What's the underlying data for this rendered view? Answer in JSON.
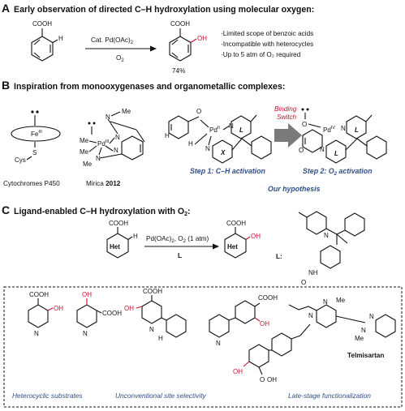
{
  "sectionA": {
    "letter": "A",
    "title": "Early observation of directed C–H hydroxylation using molecular oxygen:",
    "reagent1": "Cat. Pd(OAc)",
    "reagent1_sub": "2",
    "reagent2": "O",
    "reagent2_sub": "2",
    "yield": "74%",
    "sm_label_cooh": "COOH",
    "sm_label_h": "H",
    "prod_label_cooh": "COOH",
    "prod_label_oh": "OH",
    "notes": [
      "·Limited scope of benzoic acids",
      "·Incompatible with heterocycles",
      "·Up to 5 atm of O₂ required"
    ]
  },
  "sectionB": {
    "letter": "B",
    "title": "Inspiration from monooxygenases and organometallic complexes:",
    "p450_label": "Cytochromes P450",
    "p450_fe": "Fe",
    "p450_fe_sup": "III",
    "p450_cys": "Cys",
    "p450_s": "S",
    "mirica_label": "Mirica",
    "mirica_year": "2012",
    "mirica_pd": "Pd",
    "mirica_pd_sup": "III",
    "mirica_me": "Me",
    "mirica_n": "N",
    "binding_switch": "Binding Switch",
    "step1": "Step 1: C–H activation",
    "step2": "Step 2: O",
    "step2_sub": "2",
    "step2_tail": " activation",
    "hypothesis": "Our hypothesis",
    "L": "L",
    "X": "X",
    "pd2": "Pd",
    "pd2_sup": "II",
    "pd4": "Pd",
    "pd4_sup": "IV"
  },
  "sectionC": {
    "letter": "C",
    "title": "Ligand-enabled C–H hydroxylation with O",
    "title_sub": "2",
    "title_tail": ":",
    "reagent": "Pd(OAc)",
    "reagent_sub": "2",
    "reagent_tail": ", O",
    "reagent_sub2": "2",
    "reagent_tail2": " (1 atm)",
    "ligand": "L",
    "het": "Het",
    "cooh": "COOH",
    "oh": "OH",
    "h": "H",
    "l_label": "L:",
    "nh": "NH",
    "o": "O",
    "box": {
      "telmisartan": "Telmisartan",
      "cap1": "Heterocyclic substrates",
      "cap2": "Unconventional site selectivity",
      "cap3": "Late-stage functionalization"
    }
  },
  "colors": {
    "red": "#c8102e",
    "blue": "#2f4f8a",
    "arrow_gray": "#7a7a7a"
  }
}
